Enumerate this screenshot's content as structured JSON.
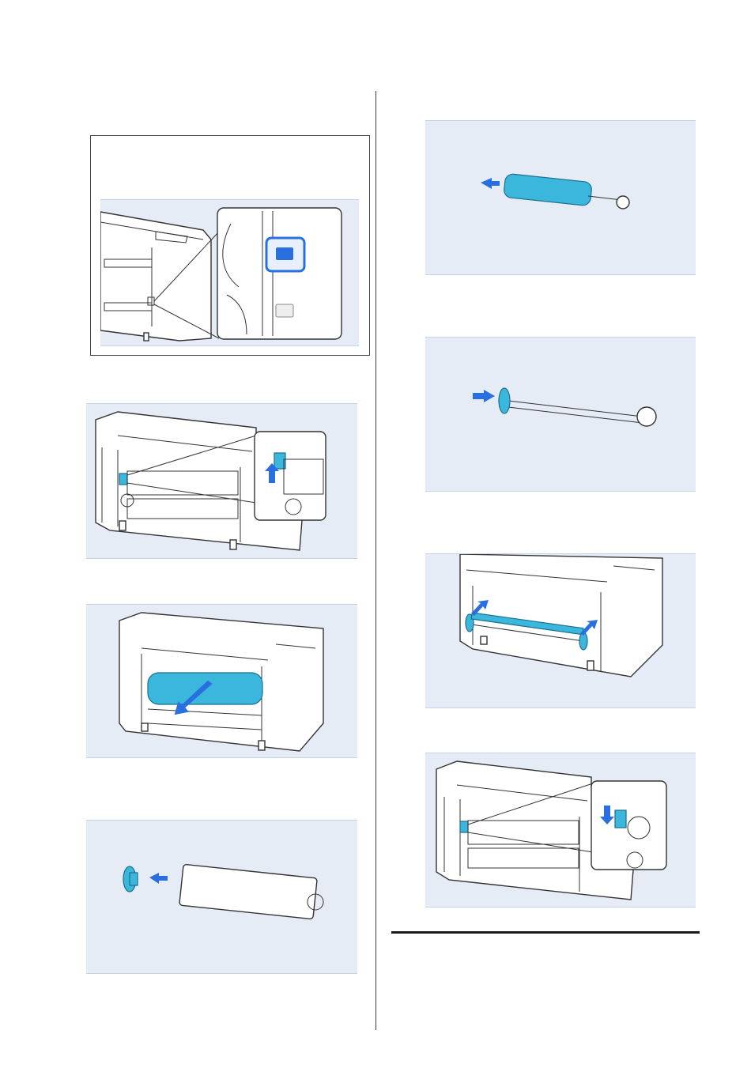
{
  "page": {
    "background": "#ffffff",
    "panel_color": "#e6ecf5",
    "highlight_color": "#2a6fe0",
    "roll_color": "#3bb6dc"
  },
  "figures": [
    {
      "id": "fig-printer-button",
      "icon": "paper-release-button"
    },
    {
      "id": "fig-lock-lever",
      "icon": "up-arrow"
    },
    {
      "id": "fig-remove-roll",
      "icon": "down-left-arrow"
    },
    {
      "id": "fig-attach-flange",
      "icon": "left-arrow"
    },
    {
      "id": "fig-slide-roll",
      "icon": "left-arrow"
    },
    {
      "id": "fig-insert-flange",
      "icon": "right-arrow"
    },
    {
      "id": "fig-place-spindle",
      "icon": "up-right-arrows"
    },
    {
      "id": "fig-lower-lever",
      "icon": "down-arrow"
    }
  ]
}
